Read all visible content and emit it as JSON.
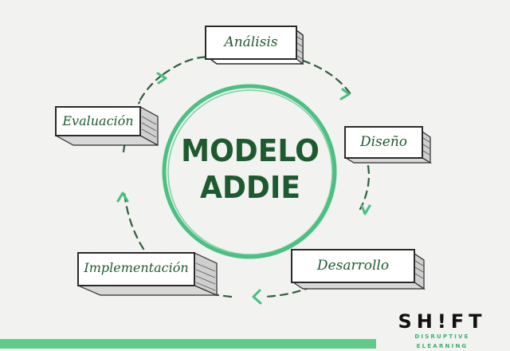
{
  "diagram": {
    "center_title_line1": "MODELO",
    "center_title_line2": "ADDIE",
    "stages": [
      {
        "label": "Análisis"
      },
      {
        "label": "Diseño"
      },
      {
        "label": "Desarrollo"
      },
      {
        "label": "Implementación"
      },
      {
        "label": "Evaluación"
      }
    ]
  },
  "brand": {
    "name": "SH!FT",
    "tagline": "DISRUPTIVE ELEARNING"
  },
  "colors": {
    "background": "#f2f2f1",
    "circle": "#4bc082",
    "title": "#1d5a2f",
    "arrow": "#45c07e",
    "dash": "#2e5e3b",
    "bar": "#5fca8a"
  }
}
